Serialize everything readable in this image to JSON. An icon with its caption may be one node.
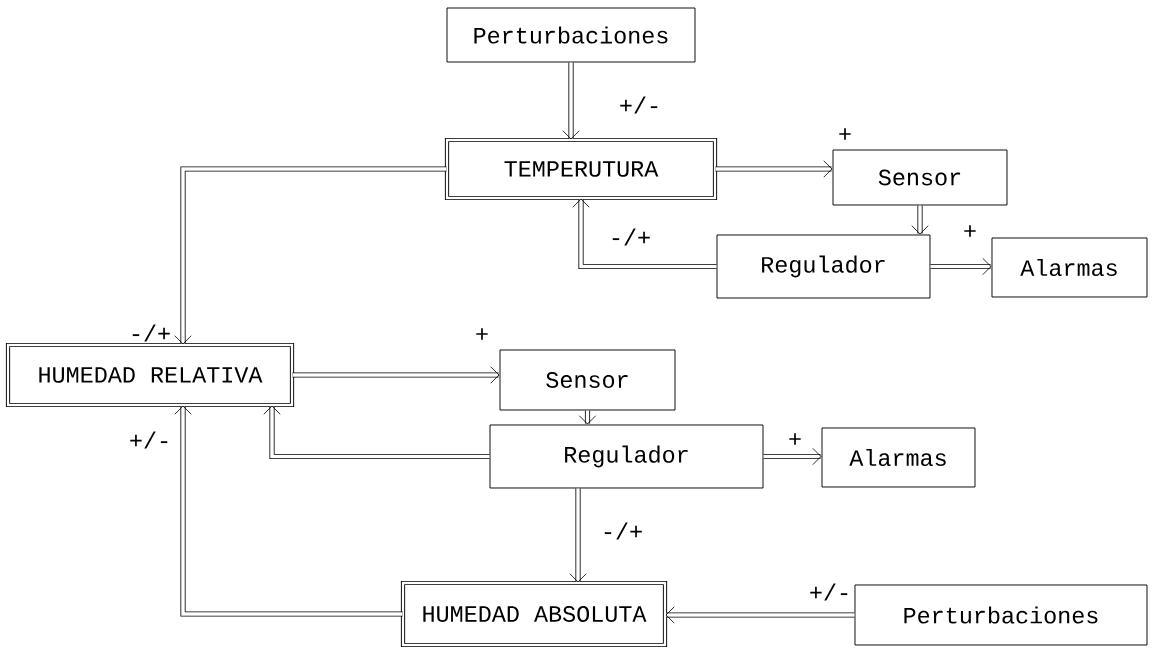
{
  "diagram": {
    "nodes": [
      {
        "text": [
          "Perturbaciones"
        ]
      },
      {
        "text": [
          "TEMPERUTURA"
        ]
      },
      {
        "text": [
          "Sensor"
        ]
      },
      {
        "text": [
          "Regulador"
        ]
      },
      {
        "text": [
          "Alarmas"
        ]
      },
      {
        "text": [
          "HUMEDAD RELATIVA"
        ]
      },
      {
        "text": [
          "Sensor"
        ]
      },
      {
        "text": [
          "Regulador"
        ]
      },
      {
        "text": [
          "Alarmas"
        ]
      },
      {
        "text": [
          "HUMEDAD ABSOLUTA"
        ]
      },
      {
        "text": [
          "Perturbaciones"
        ]
      }
    ],
    "edges": [
      {
        "from": 0,
        "to": 1,
        "arrow": "to",
        "label": "+/-"
      },
      {
        "from": 1,
        "to": 2,
        "arrow": "to",
        "label": "+"
      },
      {
        "from": 2,
        "to": 3,
        "arrow": "to"
      },
      {
        "from": 3,
        "to": 1,
        "arrow": "to",
        "label": "-/+"
      },
      {
        "from": 3,
        "to": 4,
        "arrow": "to",
        "label": "+"
      },
      {
        "from": 1,
        "to": 5,
        "arrow": "to",
        "label": "-/+"
      },
      {
        "from": 5,
        "to": 6,
        "arrow": "to",
        "label": "+"
      },
      {
        "from": 6,
        "to": 7,
        "arrow": "to"
      },
      {
        "from": 7,
        "to": 5,
        "arrow": "to"
      },
      {
        "from": 7,
        "to": 8,
        "arrow": "to",
        "label": "+"
      },
      {
        "from": 7,
        "to": 9,
        "arrow": "to",
        "label": "-/+"
      },
      {
        "from": 9,
        "to": 5,
        "arrow": "to",
        "label": "+/-"
      },
      {
        "from": 10,
        "to": 9,
        "arrow": "to",
        "label": "+/-"
      }
    ]
  }
}
